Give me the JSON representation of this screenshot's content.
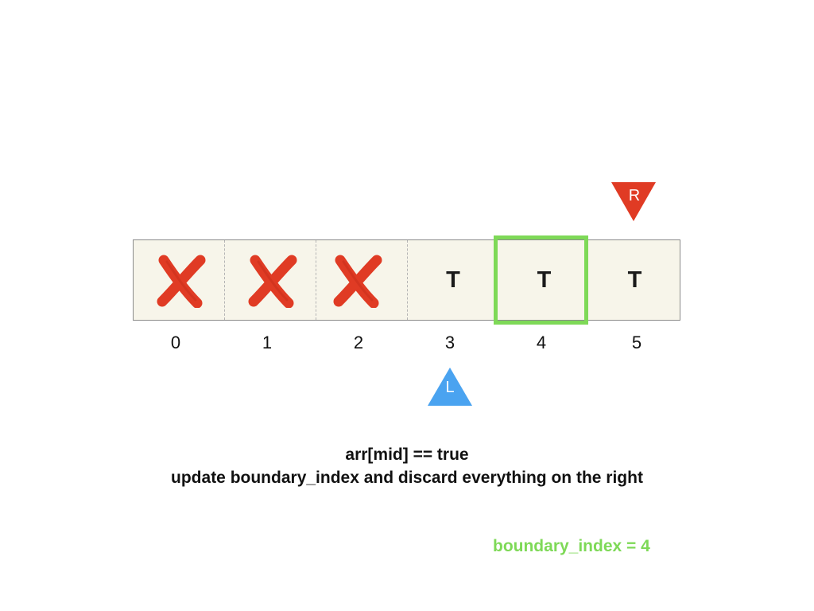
{
  "array": {
    "cells": [
      {
        "index": "0",
        "value": "",
        "discarded": true
      },
      {
        "index": "1",
        "value": "",
        "discarded": true
      },
      {
        "index": "2",
        "value": "",
        "discarded": true
      },
      {
        "index": "3",
        "value": "T",
        "discarded": false
      },
      {
        "index": "4",
        "value": "T",
        "discarded": false
      },
      {
        "index": "5",
        "value": "T",
        "discarded": false
      }
    ],
    "highlighted_index": 4
  },
  "pointers": {
    "right": {
      "label": "R",
      "index": 5,
      "color": "#e03b24"
    },
    "left": {
      "label": "L",
      "index": 3,
      "color": "#4aa3f0"
    }
  },
  "caption": {
    "line1": "arr[mid] == true",
    "line2": "update boundary_index and discard everything on the right"
  },
  "boundary": {
    "text": "boundary_index = 4",
    "color": "#7ed957"
  },
  "colors": {
    "cell_bg": "#f7f5ea",
    "cross": "#e03b24",
    "highlight": "#7ed957"
  }
}
